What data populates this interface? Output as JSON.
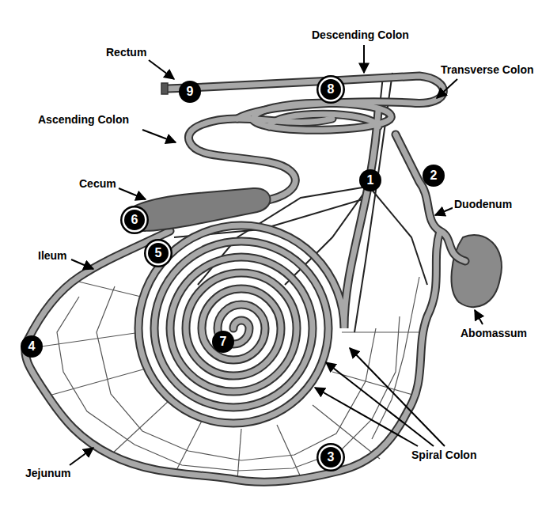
{
  "diagram": {
    "labels": [
      "Descending Colon",
      "Rectum",
      "9",
      "8",
      "Transverse Colon",
      "Ascending Colon",
      "1",
      "2",
      "Duodenum",
      "Cecum",
      "6",
      "Ileum",
      "5",
      "4",
      "7",
      "Abomassum",
      "3",
      "Jejunum",
      "Spiral Colon"
    ]
  }
}
